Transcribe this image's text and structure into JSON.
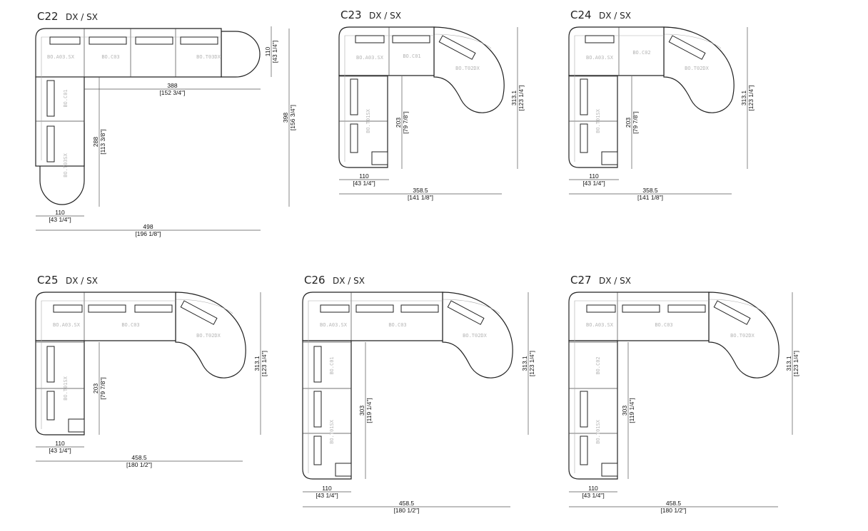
{
  "diagrams": [
    {
      "title": "C22",
      "variant": "DX / SX",
      "modules": [
        "BO.A03.SX",
        "BO.C03",
        "BO.T03DX",
        "BO.C01",
        "BO.T03SX"
      ],
      "dimensions": [
        {
          "value": "110",
          "imperial": "[43 1/4\"]"
        },
        {
          "value": "388",
          "imperial": "[152 3/4\"]"
        },
        {
          "value": "398",
          "imperial": "[156 3/4\"]"
        },
        {
          "value": "288",
          "imperial": "[113 3/8\"]"
        },
        {
          "value": "110",
          "imperial": "[43 1/4\"]"
        },
        {
          "value": "498",
          "imperial": "[196 1/8\"]"
        }
      ]
    },
    {
      "title": "C23",
      "variant": "DX / SX",
      "modules": [
        "BO.A03.SX",
        "BO.C01",
        "BO.T02DX",
        "BO.T01SX"
      ],
      "dimensions": [
        {
          "value": "203",
          "imperial": "[79 7/8\"]"
        },
        {
          "value": "313.1",
          "imperial": "[123 1/4\"]"
        },
        {
          "value": "110",
          "imperial": "[43 1/4\"]"
        },
        {
          "value": "358.5",
          "imperial": "[141 1/8\"]"
        }
      ]
    },
    {
      "title": "C24",
      "variant": "DX / SX",
      "modules": [
        "BO.A03.SX",
        "BO.C02",
        "BO.T02DX",
        "BO.T01SX"
      ],
      "dimensions": [
        {
          "value": "203",
          "imperial": "[79 7/8\"]"
        },
        {
          "value": "313.1",
          "imperial": "[123 1/4\"]"
        },
        {
          "value": "110",
          "imperial": "[43 1/4\"]"
        },
        {
          "value": "358.5",
          "imperial": "[141 1/8\"]"
        }
      ]
    },
    {
      "title": "C25",
      "variant": "DX / SX",
      "modules": [
        "BO.A03.SX",
        "BO.C03",
        "BO.T02DX",
        "BO.T01SX"
      ],
      "dimensions": [
        {
          "value": "203",
          "imperial": "[79 7/8\"]"
        },
        {
          "value": "313.1",
          "imperial": "[123 1/4\"]"
        },
        {
          "value": "110",
          "imperial": "[43 1/4\"]"
        },
        {
          "value": "458.5",
          "imperial": "[180 1/2\"]"
        }
      ]
    },
    {
      "title": "C26",
      "variant": "DX / SX",
      "modules": [
        "BO.A03.SX",
        "BO.C03",
        "BO.T02DX",
        "BO.C01",
        "BO.T01SX"
      ],
      "dimensions": [
        {
          "value": "303",
          "imperial": "[119 1/4\"]"
        },
        {
          "value": "313.1",
          "imperial": "[123 1/4\"]"
        },
        {
          "value": "110",
          "imperial": "[43 1/4\"]"
        },
        {
          "value": "458.5",
          "imperial": "[180 1/2\"]"
        }
      ]
    },
    {
      "title": "C27",
      "variant": "DX / SX",
      "modules": [
        "BO.A03.SX",
        "BO.C03",
        "BO.T02DX",
        "BO.C02",
        "BO.T01SX"
      ],
      "dimensions": [
        {
          "value": "303",
          "imperial": "[119 1/4\"]"
        },
        {
          "value": "313.1",
          "imperial": "[123 1/4\"]"
        },
        {
          "value": "110",
          "imperial": "[43 1/4\"]"
        },
        {
          "value": "458.5",
          "imperial": "[180 1/2\"]"
        }
      ]
    }
  ]
}
